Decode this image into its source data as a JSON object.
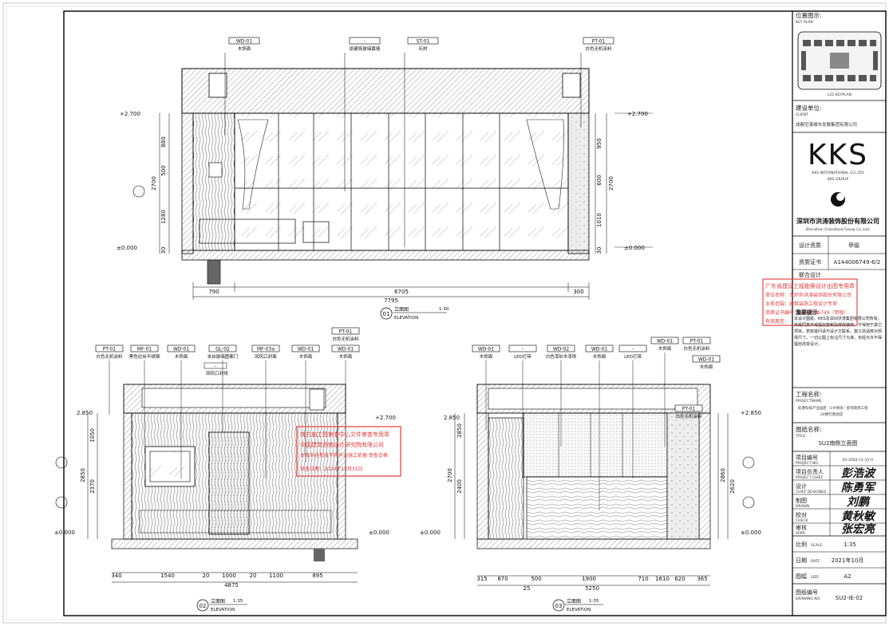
{
  "key_plan": {
    "title": "位置图示:",
    "title_en": "KEY PLAN",
    "caption": "L21 KEYPLAN"
  },
  "client": {
    "label": "建设单位:",
    "label_en": "CLIENT",
    "name": "成都空港城市发展集团有限公司"
  },
  "logo": {
    "brand": "KKS",
    "company_en": "KKS INTERNATIONAL CO.,LTD",
    "group_en": "KKS GROUP",
    "partner_cn": "深圳市洪涛装饰股份有限公司",
    "partner_en": "Shenzhen Grandland Group Co.,Ltd."
  },
  "qualification": {
    "grade_label": "设计资质",
    "grade_value": "甲级",
    "cert_label": "资质证书",
    "cert_value": "A144006749-6/2",
    "joint_label": "联合设计"
  },
  "stamp_right": {
    "line1": "广东省建设工程勘察设计出图专用章",
    "line2": "单位名称：深圳市洪涛装饰股份有限公司",
    "line3": "业务范围：建筑装饰工程设计专项",
    "line4": "资质证书编号：A144006749（甲级）",
    "line5": "有效期至："
  },
  "notice": {
    "title": "重要提示",
    "text": "本设计图纸、KKS及深圳洪涛集团有限公司所有。未经同意不得擅自复制及修改使用，不得用于其它项目。若有疑问请与设计方联系。施工前请核对现场尺寸，一切以图上标注尺寸为准，未经允许不得擅自改变设计。"
  },
  "project": {
    "label": "工程名称:",
    "label_en": "PROJECTNAME",
    "value_line1": "航港科技产业园区（1#地块）装饰装修工程",
    "value_line2": "24楼行政酒店"
  },
  "drawing_title": {
    "label": "图纸名称:",
    "label_en": "TITLE",
    "value": "SU2南侧立面图"
  },
  "title_rows": [
    {
      "label": "项目编号",
      "sub": "PROJECT NO.",
      "value": "01-2020-11-15-H"
    },
    {
      "label": "项目负责人",
      "sub": "PROJECT CHIEF",
      "value": "彭浩波"
    },
    {
      "label": "设计",
      "sub": "CHIEF DESIGNED",
      "value": "陈勇军"
    },
    {
      "label": "制图",
      "sub": "DRAWN",
      "value": "刘鹏"
    },
    {
      "label": "校对",
      "sub": "CHECK",
      "value": "黄秋敏"
    },
    {
      "label": "审核",
      "sub": "APPR.",
      "value": "张宏亮"
    }
  ],
  "scale": {
    "label": "比例",
    "sub": "SCALE",
    "value": "1:35"
  },
  "date": {
    "label": "日期",
    "sub": "DATE",
    "value": "2021年10月"
  },
  "size": {
    "label": "图幅",
    "sub": "SIZE",
    "value": "A2"
  },
  "drawing_no": {
    "label": "图纸编号",
    "sub": "DRAWING NO.",
    "value": "SU2-IE-02"
  },
  "elevation1": {
    "tags": [
      {
        "code": "WD-01",
        "desc": "木饰面"
      },
      {
        "code": "-",
        "desc": "原建筑玻璃幕墙"
      },
      {
        "code": "ST-01",
        "desc": "石材"
      },
      {
        "code": "PT-01",
        "desc": "白色无机涂料"
      }
    ],
    "level_top": "+2.700",
    "level_bottom": "±0.000",
    "level_top_left": "+2.700",
    "level_bottom_left": "±0.000",
    "vdims_left": [
      "880",
      "500",
      "2700",
      "1280",
      "30"
    ],
    "vdims_right": [
      "950",
      "600",
      "2700",
      "1010",
      "30"
    ],
    "hdims": [
      "790",
      "6705",
      "300"
    ],
    "total": "7795",
    "title_no": "01",
    "title_cn": "立面图",
    "title_en": "ELEVATION",
    "scale": "1:30"
  },
  "elevation2": {
    "tags": [
      {
        "code": "PT-01",
        "desc": "白色无机涂料"
      },
      {
        "code": "MF-01",
        "desc": "黑色拉丝不锈钢"
      },
      {
        "code": "WD-01",
        "desc": "木饰面"
      },
      {
        "code": "GL-02",
        "desc": "夹丝玻璃图案门"
      },
      {
        "code": "MF-03a",
        "desc": "回风口封面"
      },
      {
        "code": "WD-01",
        "desc": "木饰面"
      },
      {
        "code": "WD-01",
        "desc": "木饰面"
      },
      {
        "code": "PT-01",
        "desc": "白色无机涂料"
      }
    ],
    "extra_tag": "回风口封线",
    "level_top": "+2.700",
    "level_bottom": "±0.000",
    "level_top_left": "2.850",
    "level_bottom_left": "±0.000",
    "vdims_left": [
      "2850",
      "2370",
      "1050"
    ],
    "hdims": [
      "340",
      "1540",
      "20",
      "1000",
      "20",
      "1100",
      "895"
    ],
    "total": "4875",
    "title_no": "02",
    "title_cn": "立面图",
    "title_en": "ELEVATION",
    "scale": "1:35"
  },
  "elevation3": {
    "tags": [
      {
        "code": "WD-01",
        "desc": "木饰面"
      },
      {
        "code": "-",
        "desc": "LED灯带"
      },
      {
        "code": "WD-02",
        "desc": "白色漆砂木漆饰"
      },
      {
        "code": "WD-01",
        "desc": "木饰面"
      },
      {
        "code": "-",
        "desc": "LED灯带"
      },
      {
        "code": "WD-01",
        "desc": "木饰面"
      },
      {
        "code": "PT-01",
        "desc": "白色无机涂料"
      },
      {
        "code": "WD-01",
        "desc": "木饰面"
      },
      {
        "code": "PT-01",
        "desc": "白色无机涂料"
      }
    ],
    "level_top": "+2.850",
    "level_bottom": "±0.000",
    "level_top_left": "2.850",
    "level_bottom_left": "±0.000",
    "vdims_left": [
      "2700",
      "2400",
      "2850"
    ],
    "vdims_right": [
      "2860",
      "2620"
    ],
    "hdims": [
      "315",
      "870",
      "500",
      "1900",
      "710",
      "1610",
      "620",
      "365"
    ],
    "total": "5250",
    "sub": "25",
    "title_no": "03",
    "title_cn": "立面图",
    "title_en": "ELEVATION",
    "scale": "1:35"
  },
  "stamp_center": {
    "line1": "南方施工图审查中心文件审查专用章",
    "line2": "中国建筑西南设计研究院有限公司",
    "line3": "本图未经批准不得作为施工依据 审查合格",
    "line4": "审查日期：2024年12月31日"
  }
}
